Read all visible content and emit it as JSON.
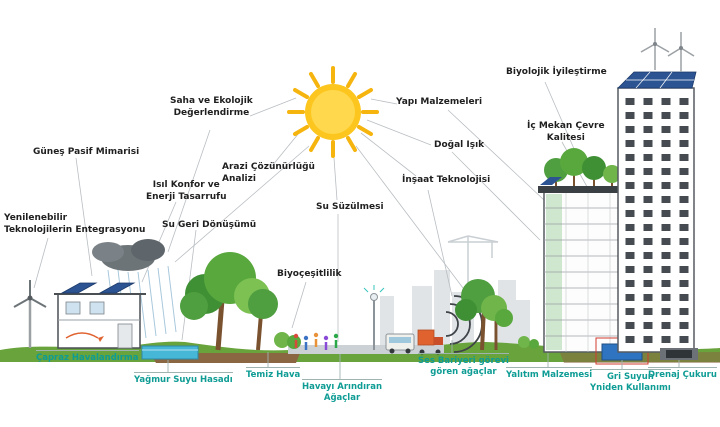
{
  "colors": {
    "teal_label": "#0e9c94",
    "black_label": "#1f1f1f",
    "sun_yellow": "#ffd84d",
    "sun_orange": "#f6b40e",
    "grass_green": "#69a33b",
    "tree_green": "#4f9e3f",
    "soil_brown": "#8a6742",
    "solar_blue": "#2c5392",
    "water_blue": "#47b7d8",
    "pipe_red": "#d23b2f",
    "cloud_gray": "#6d7478",
    "line_gray": "#b9bec2"
  },
  "labels": {
    "gunes_pasif_mimarisi": "Güneş Pasif Mimarisi",
    "yenilenebilir_teknolojiler": "Yenilenebilir\nTeknolojilerin Entegrasyonu",
    "isil_konfor": "Isıl Konfor ve\nEnerji Tasarrufu",
    "su_geri_donusumu": "Su Geri Dönüşümü",
    "saha_ekolojik": "Saha ve Ekolojik\nDeğerlendirme",
    "arazi_cozunurlugu": "Arazi Çözünürlüğü\nAnalizi",
    "su_suzulmesi": "Su Süzülmesi",
    "biyocesitlilik": "Biyoçeşitlilik",
    "yapi_malzemeleri": "Yapı Malzemeleri",
    "dogal_isik": "Doğal Işık",
    "insaat_teknolojisi": "İnşaat Teknolojisi",
    "biyolojik_iyilestirme": "Biyolojik İyileştirme",
    "ic_mekan": "İç Mekan Çevre\nKalitesi",
    "capraz_havalandirma": "Çapraz Havalandırma",
    "yagmur_suyu": "Yağmur Suyu Hasadı",
    "temiz_hava": "Temiz Hava",
    "havayi_arindiran": "Havayı Arındıran\nAğaçlar",
    "ses_bariyeri": "Ses Bariyeri görevi\ngören ağaçlar",
    "yalitim_malzemesi": "Yalıtım Malzemesi",
    "gri_suyun": "Gri Suyun\nYniden Kullanımı",
    "drenaj_cukuru": "Drenaj Çukuru"
  }
}
